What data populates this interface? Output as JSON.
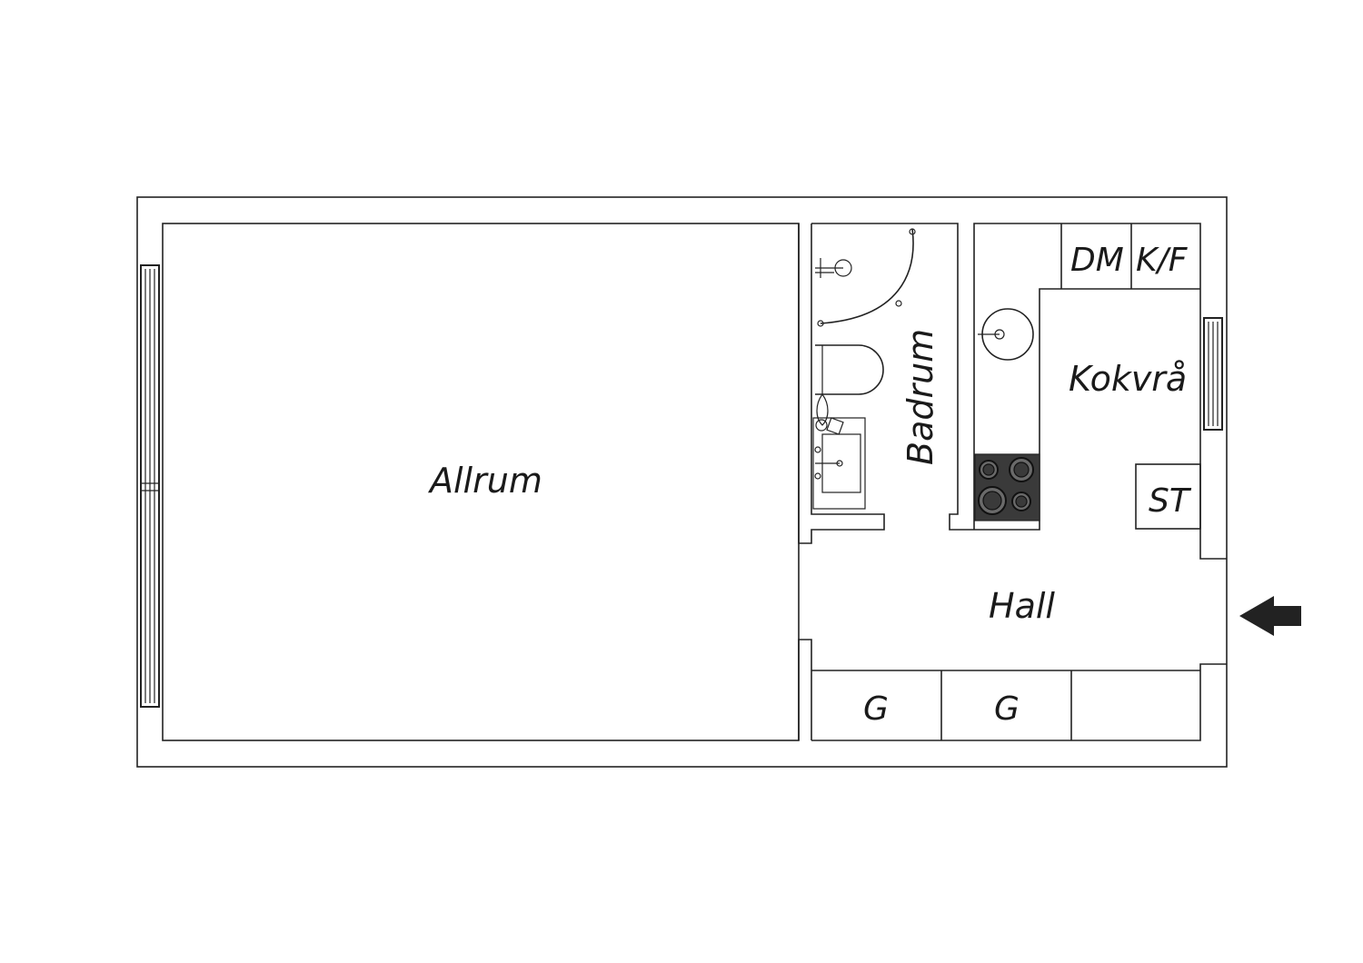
{
  "rooms": {
    "allrum": "Allrum",
    "badrum": "Badrum",
    "kokvra": "Kokvrå",
    "hall": "Hall"
  },
  "fixtures": {
    "dishwasher": "DM",
    "fridge_freezer": "K/F",
    "storage": "ST",
    "wardrobe_1": "G",
    "wardrobe_2": "G"
  },
  "colors": {
    "line": "#222222",
    "stove": "#3a3a3a",
    "background": "#ffffff"
  },
  "icons": {
    "entrance": "entrance-arrow-icon"
  }
}
